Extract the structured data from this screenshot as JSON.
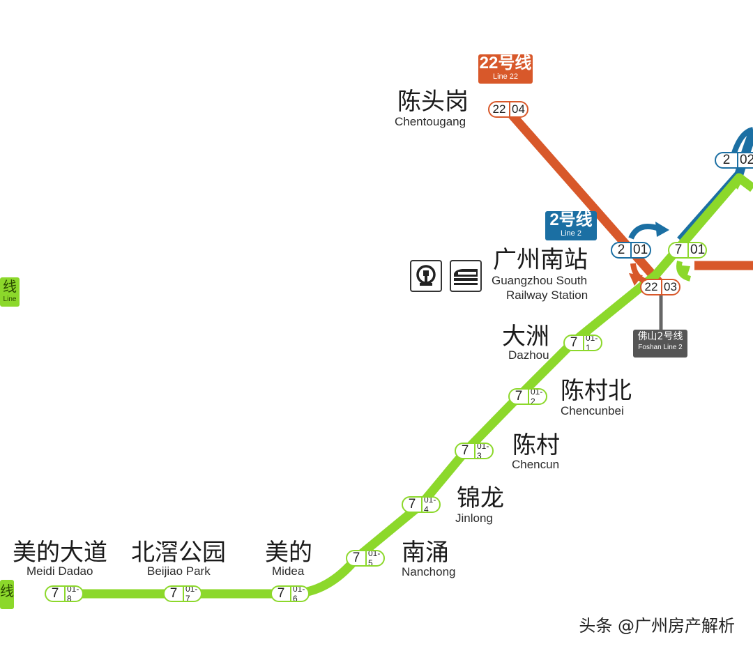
{
  "colors": {
    "line7": "#8cd82b",
    "line22": "#d8582a",
    "line2": "#1b6fa3",
    "foshan2": "#555555"
  },
  "badges": {
    "line22": {
      "big": "22号线",
      "small": "Line 22"
    },
    "line2": {
      "big": "2号线",
      "small": "Line 2"
    },
    "foshan2": {
      "big": "佛山2号线",
      "small": "Foshan Line 2"
    },
    "edge_top": {
      "big": "线",
      "small": "Line"
    },
    "edge_bottom": {
      "big": "线",
      "small": ""
    }
  },
  "stations": {
    "chentougang": {
      "zh": "陈头岗",
      "en": "Chentougang"
    },
    "guangzhou_south": {
      "zh": "广州南站",
      "en1": "Guangzhou South",
      "en2": "Railway Station"
    },
    "dazhou": {
      "zh": "大洲",
      "en": "Dazhou"
    },
    "chencunbei": {
      "zh": "陈村北",
      "en": "Chencunbei"
    },
    "chencun": {
      "zh": "陈村",
      "en": "Chencun"
    },
    "jinlong": {
      "zh": "锦龙",
      "en": "Jinlong"
    },
    "nanchong": {
      "zh": "南涌",
      "en": "Nanchong"
    },
    "midea": {
      "zh": "美的",
      "en": "Midea"
    },
    "beijiao_park": {
      "zh": "北滘公园",
      "en": "Beijiao Park"
    },
    "meidi_dadao": {
      "zh": "美的大道",
      "en": "Meidi Dadao"
    }
  },
  "codes": {
    "c2204": {
      "line": "22",
      "code": "04"
    },
    "c202": {
      "line": "2",
      "code": "02"
    },
    "c201": {
      "line": "2",
      "code": "01"
    },
    "c701": {
      "line": "7",
      "code": "01"
    },
    "c2203": {
      "line": "22",
      "code": "03"
    },
    "c7011": {
      "line": "7",
      "code": "01-1"
    },
    "c7012": {
      "line": "7",
      "code": "01-2"
    },
    "c7013": {
      "line": "7",
      "code": "01-3"
    },
    "c7014": {
      "line": "7",
      "code": "01-4"
    },
    "c7015": {
      "line": "7",
      "code": "01-5"
    },
    "c7016": {
      "line": "7",
      "code": "01-6"
    },
    "c7017": {
      "line": "7",
      "code": "01-7"
    },
    "c7018": {
      "line": "7",
      "code": "01-8"
    }
  },
  "icons": {
    "rail": "national-railway-icon",
    "train": "high-speed-train-icon"
  },
  "watermark": "头条 @广州房产解析"
}
